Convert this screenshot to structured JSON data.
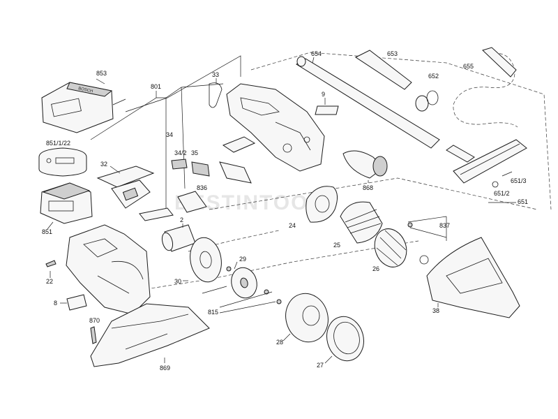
{
  "watermark": "BESTINTOOLS",
  "charger_text": "BOSCH",
  "labels": {
    "l853": "853",
    "l801": "801",
    "l33": "33",
    "l654": "654",
    "l653": "653",
    "l655": "655",
    "l652": "652",
    "l9": "9",
    "l851_1_22": "851/1/22",
    "l34": "34",
    "l34_2": "34/2",
    "l35": "35",
    "l32": "32",
    "l836": "836",
    "l868": "868",
    "l651_3": "651/3",
    "l651_2": "651/2",
    "l651": "651",
    "l851": "851",
    "l24": "24",
    "l2": "2",
    "l837": "837",
    "l25": "25",
    "l29": "29",
    "l22": "22",
    "l26": "26",
    "l30": "30",
    "l8": "8",
    "l38": "38",
    "l815": "815",
    "l870": "870",
    "l28": "28",
    "l27": "27",
    "l869": "869"
  }
}
